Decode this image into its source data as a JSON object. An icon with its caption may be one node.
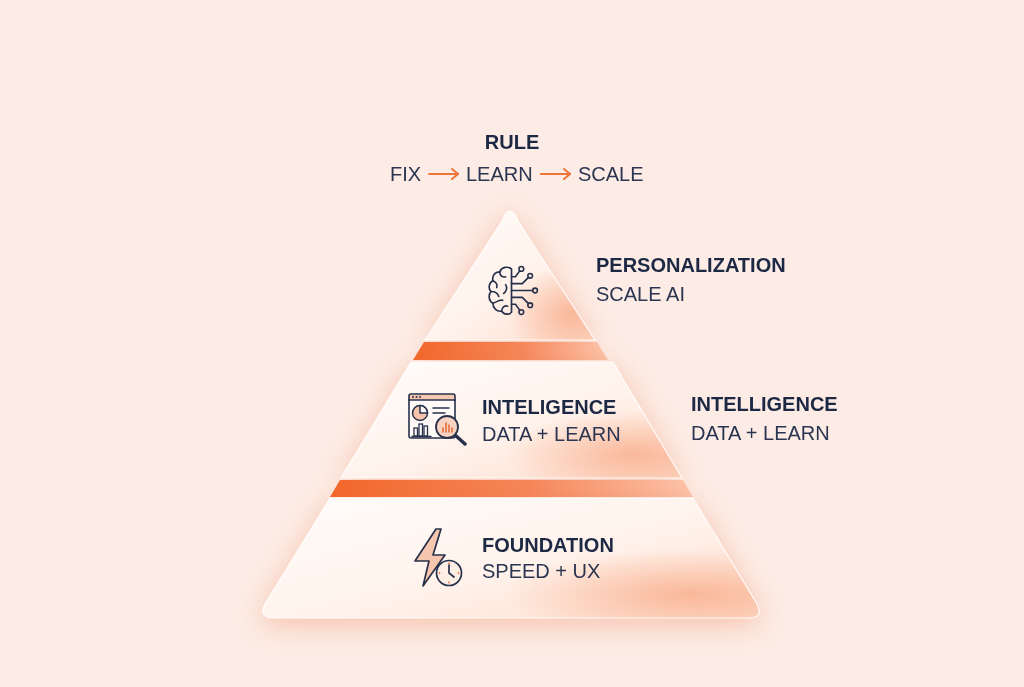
{
  "diagram": {
    "title": "RULE",
    "nodes": [
      {
        "text": [
          "FIX"
        ]
      },
      {
        "text": [
          "LEARN"
        ]
      },
      {
        "text": [
          "SCALE"
        ]
      },
      {
        "text": [
          "PERSONALIZATION",
          "SCALE AI"
        ]
      },
      {
        "text": [],
        "shape": "bar"
      },
      {
        "text": [
          "INTELIGENCE",
          "DATA + LEARN"
        ],
        "beside": [
          "INTELLIGENCE",
          "DATA + LEARN"
        ]
      },
      {
        "text": [],
        "shape": "bar"
      },
      {
        "text": [
          "FOUNDATION",
          "SPEED + UX"
        ]
      }
    ],
    "edges": [
      {
        "from": 0,
        "to": 1,
        "arrow": "to"
      },
      {
        "from": 1,
        "to": 2,
        "arrow": "to"
      }
    ]
  }
}
